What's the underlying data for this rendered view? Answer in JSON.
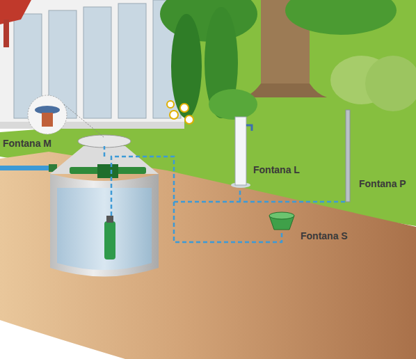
{
  "diagram": {
    "labels": [
      "Fontana M",
      "Fontana L",
      "Fontana P",
      "Fontana S"
    ]
  }
}
